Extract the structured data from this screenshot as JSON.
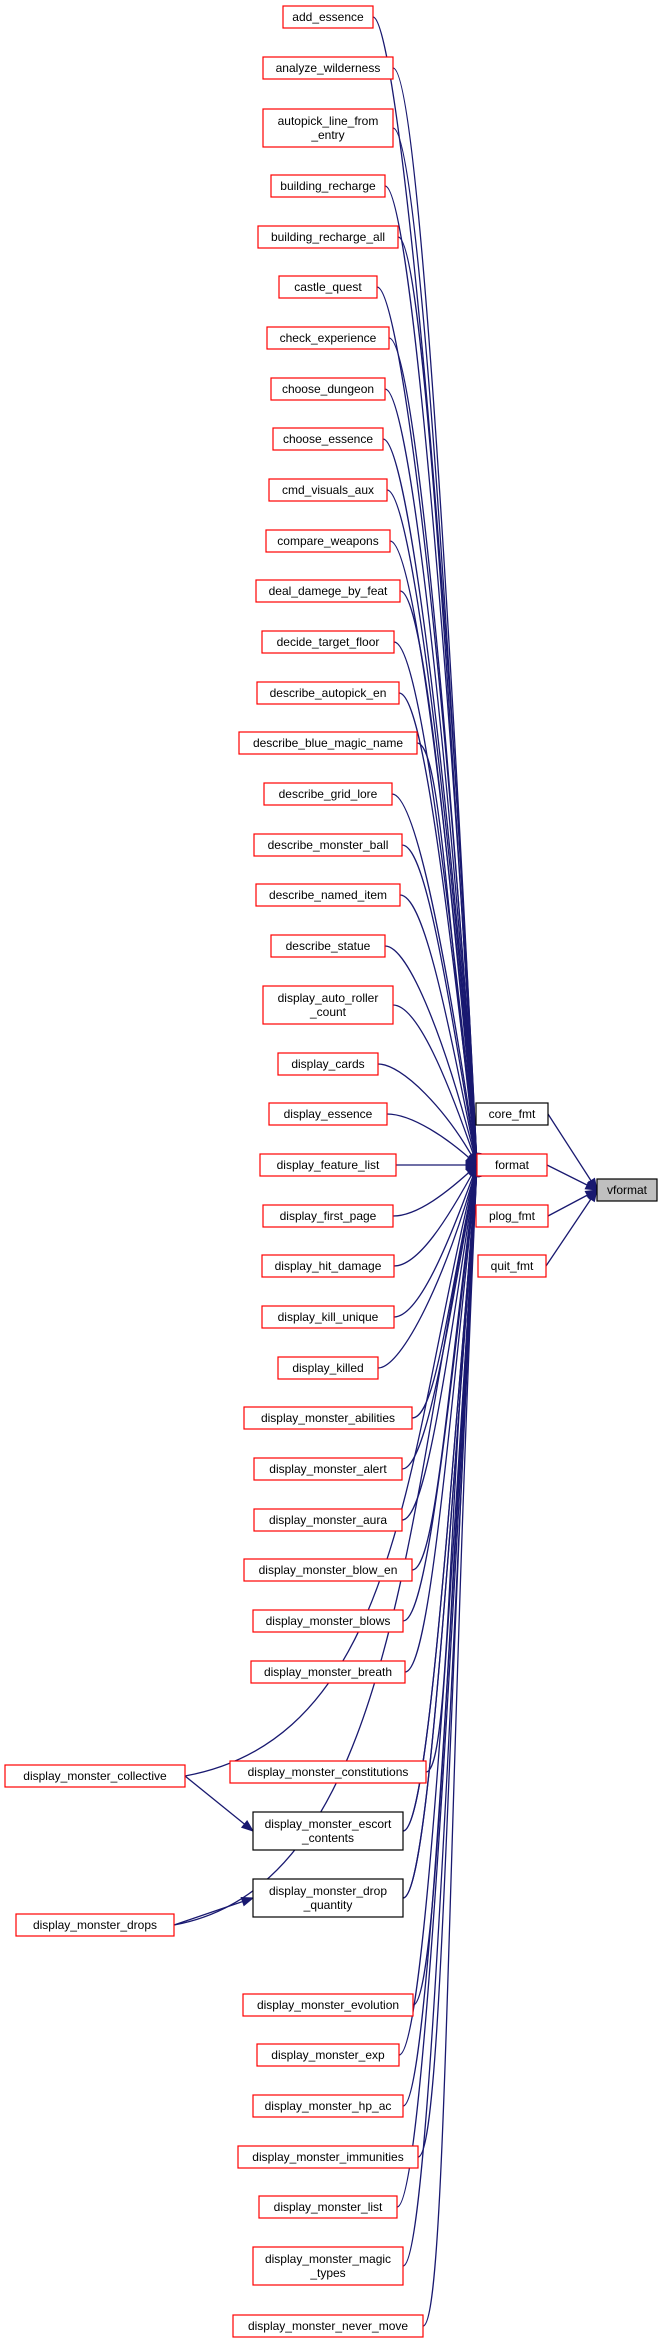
{
  "colors": {
    "edge": "#191970",
    "red_border": "#ff0000",
    "black_border": "#000000",
    "focus_fill": "#bfbfbf"
  },
  "focus": {
    "id": "vformat",
    "lines": [
      "vformat"
    ]
  },
  "direct_callers": [
    {
      "id": "core_fmt",
      "lines": [
        "core_fmt"
      ],
      "border": "black"
    },
    {
      "id": "format",
      "lines": [
        "format"
      ],
      "border": "red"
    },
    {
      "id": "plog_fmt",
      "lines": [
        "plog_fmt"
      ],
      "border": "red"
    },
    {
      "id": "quit_fmt",
      "lines": [
        "quit_fmt"
      ],
      "border": "red"
    }
  ],
  "format_callers": [
    {
      "id": "add_essence",
      "lines": [
        "add_essence"
      ],
      "border": "red"
    },
    {
      "id": "analyze_wilderness",
      "lines": [
        "analyze_wilderness"
      ],
      "border": "red"
    },
    {
      "id": "autopick_line_from_entry",
      "lines": [
        "autopick_line_from",
        "_entry"
      ],
      "border": "red"
    },
    {
      "id": "building_recharge",
      "lines": [
        "building_recharge"
      ],
      "border": "red"
    },
    {
      "id": "building_recharge_all",
      "lines": [
        "building_recharge_all"
      ],
      "border": "red"
    },
    {
      "id": "castle_quest",
      "lines": [
        "castle_quest"
      ],
      "border": "red"
    },
    {
      "id": "check_experience",
      "lines": [
        "check_experience"
      ],
      "border": "red"
    },
    {
      "id": "choose_dungeon",
      "lines": [
        "choose_dungeon"
      ],
      "border": "red"
    },
    {
      "id": "choose_essence",
      "lines": [
        "choose_essence"
      ],
      "border": "red"
    },
    {
      "id": "cmd_visuals_aux",
      "lines": [
        "cmd_visuals_aux"
      ],
      "border": "red"
    },
    {
      "id": "compare_weapons",
      "lines": [
        "compare_weapons"
      ],
      "border": "red"
    },
    {
      "id": "deal_damege_by_feat",
      "lines": [
        "deal_damege_by_feat"
      ],
      "border": "red"
    },
    {
      "id": "decide_target_floor",
      "lines": [
        "decide_target_floor"
      ],
      "border": "red"
    },
    {
      "id": "describe_autopick_en",
      "lines": [
        "describe_autopick_en"
      ],
      "border": "red"
    },
    {
      "id": "describe_blue_magic_name",
      "lines": [
        "describe_blue_magic_name"
      ],
      "border": "red"
    },
    {
      "id": "describe_grid_lore",
      "lines": [
        "describe_grid_lore"
      ],
      "border": "red"
    },
    {
      "id": "describe_monster_ball",
      "lines": [
        "describe_monster_ball"
      ],
      "border": "red"
    },
    {
      "id": "describe_named_item",
      "lines": [
        "describe_named_item"
      ],
      "border": "red"
    },
    {
      "id": "describe_statue",
      "lines": [
        "describe_statue"
      ],
      "border": "red"
    },
    {
      "id": "display_auto_roller_count",
      "lines": [
        "display_auto_roller",
        "_count"
      ],
      "border": "red"
    },
    {
      "id": "display_cards",
      "lines": [
        "display_cards"
      ],
      "border": "red"
    },
    {
      "id": "display_essence",
      "lines": [
        "display_essence"
      ],
      "border": "red"
    },
    {
      "id": "display_feature_list",
      "lines": [
        "display_feature_list"
      ],
      "border": "red"
    },
    {
      "id": "display_first_page",
      "lines": [
        "display_first_page"
      ],
      "border": "red"
    },
    {
      "id": "display_hit_damage",
      "lines": [
        "display_hit_damage"
      ],
      "border": "red"
    },
    {
      "id": "display_kill_unique",
      "lines": [
        "display_kill_unique"
      ],
      "border": "red"
    },
    {
      "id": "display_killed",
      "lines": [
        "display_killed"
      ],
      "border": "red"
    },
    {
      "id": "display_monster_abilities",
      "lines": [
        "display_monster_abilities"
      ],
      "border": "red"
    },
    {
      "id": "display_monster_alert",
      "lines": [
        "display_monster_alert"
      ],
      "border": "red"
    },
    {
      "id": "display_monster_aura",
      "lines": [
        "display_monster_aura"
      ],
      "border": "red"
    },
    {
      "id": "display_monster_blow_en",
      "lines": [
        "display_monster_blow_en"
      ],
      "border": "red"
    },
    {
      "id": "display_monster_blows",
      "lines": [
        "display_monster_blows"
      ],
      "border": "red"
    },
    {
      "id": "display_monster_breath",
      "lines": [
        "display_monster_breath"
      ],
      "border": "red"
    },
    {
      "id": "display_monster_collective",
      "lines": [
        "display_monster_collective"
      ],
      "border": "red"
    },
    {
      "id": "display_monster_constitutions",
      "lines": [
        "display_monster_constitutions"
      ],
      "border": "red"
    },
    {
      "id": "display_monster_escort_contents",
      "lines": [
        "display_monster_escort",
        "_contents"
      ],
      "border": "black"
    },
    {
      "id": "display_monster_drop_quantity",
      "lines": [
        "display_monster_drop",
        "_quantity"
      ],
      "border": "black"
    },
    {
      "id": "display_monster_drops",
      "lines": [
        "display_monster_drops"
      ],
      "border": "red"
    },
    {
      "id": "display_monster_evolution",
      "lines": [
        "display_monster_evolution"
      ],
      "border": "red"
    },
    {
      "id": "display_monster_exp",
      "lines": [
        "display_monster_exp"
      ],
      "border": "red"
    },
    {
      "id": "display_monster_hp_ac",
      "lines": [
        "display_monster_hp_ac"
      ],
      "border": "red"
    },
    {
      "id": "display_monster_immunities",
      "lines": [
        "display_monster_immunities"
      ],
      "border": "red"
    },
    {
      "id": "display_monster_list",
      "lines": [
        "display_monster_list"
      ],
      "border": "red"
    },
    {
      "id": "display_monster_magic_types",
      "lines": [
        "display_monster_magic",
        "_types"
      ],
      "border": "red"
    },
    {
      "id": "display_monster_never_move",
      "lines": [
        "display_monster_never_move"
      ],
      "border": "red"
    }
  ],
  "extra_edges": [
    {
      "from": "display_monster_collective",
      "to": "display_monster_escort_contents"
    },
    {
      "from": "display_monster_drops",
      "to": "display_monster_drop_quantity"
    },
    {
      "from": "display_monster_escort_contents",
      "to": "format"
    },
    {
      "from": "display_monster_drop_quantity",
      "to": "format"
    }
  ]
}
